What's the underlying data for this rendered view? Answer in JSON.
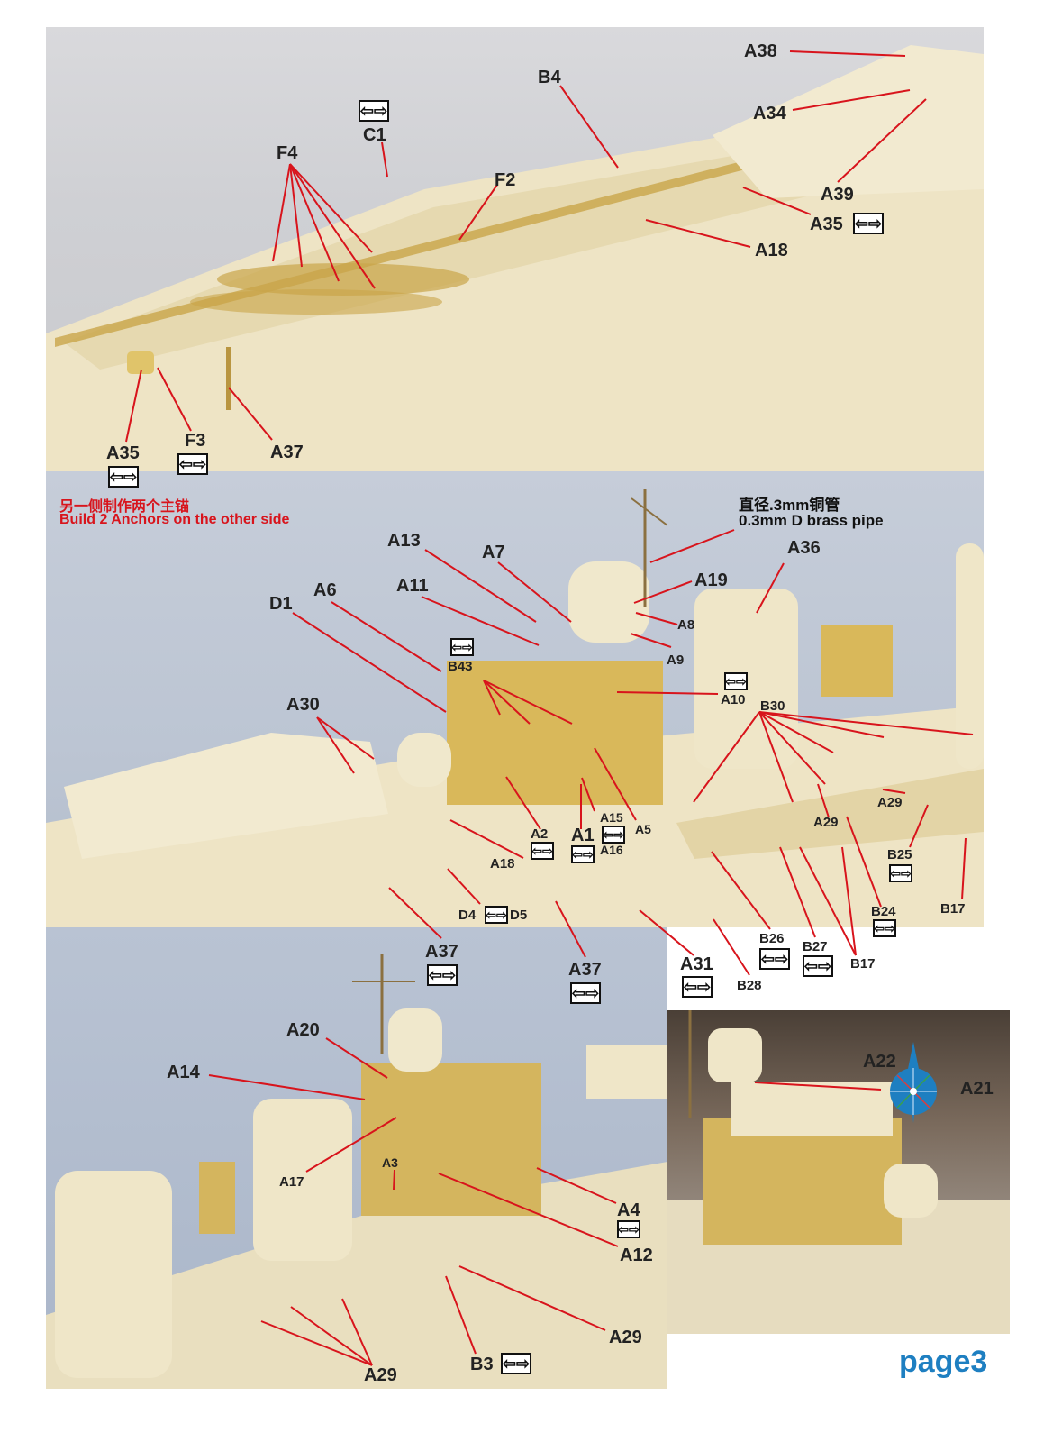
{
  "panels": {
    "bow": {
      "labels": {
        "A38": "A38",
        "B4": "B4",
        "A34": "A34",
        "C1": "C1",
        "F4": "F4",
        "F2": "F2",
        "A39": "A39",
        "A35a": "A35",
        "A18": "A18",
        "A35b": "A35",
        "F3": "F3",
        "A37": "A37"
      }
    },
    "bridge": {
      "note_cn": "另一侧制作两个主锚",
      "note_en": "Build 2 Anchors on the other side",
      "pipe_cn": "直径.3mm铜管",
      "pipe_en": "0.3mm D brass pipe",
      "labels": {
        "A13": "A13",
        "A7": "A7",
        "A36": "A36",
        "A6": "A6",
        "A11": "A11",
        "A19": "A19",
        "D1": "D1",
        "A8": "A8",
        "B43": "B43",
        "A9": "A9",
        "A10": "A10",
        "A30": "A30",
        "B30": "B30",
        "A15": "A15",
        "A5": "A5",
        "A29": "A29",
        "A2": "A2",
        "A1": "A1",
        "A16": "A16",
        "A29b": "A29",
        "B25": "B25",
        "A18": "A18",
        "B24": "B24",
        "B17a": "B17",
        "D4": "D4",
        "D5": "D5",
        "B26": "B26",
        "B27": "B27",
        "B17b": "B17",
        "A31": "A31",
        "B28": "B28"
      }
    },
    "midship": {
      "labels": {
        "A37a": "A37",
        "A37b": "A37",
        "A20": "A20",
        "A14": "A14",
        "A3": "A3",
        "A17": "A17",
        "A4": "A4",
        "A12": "A12",
        "A29": "A29",
        "B3": "B3",
        "A29b": "A29"
      }
    },
    "mast": {
      "labels": {
        "A22": "A22",
        "A21": "A21"
      }
    }
  },
  "arrow_symbol": "⇦⇨",
  "page_label": "page3",
  "colors": {
    "leader": "#d8141c",
    "accent": "#1e7fc1",
    "hull": "#ede3c4"
  }
}
